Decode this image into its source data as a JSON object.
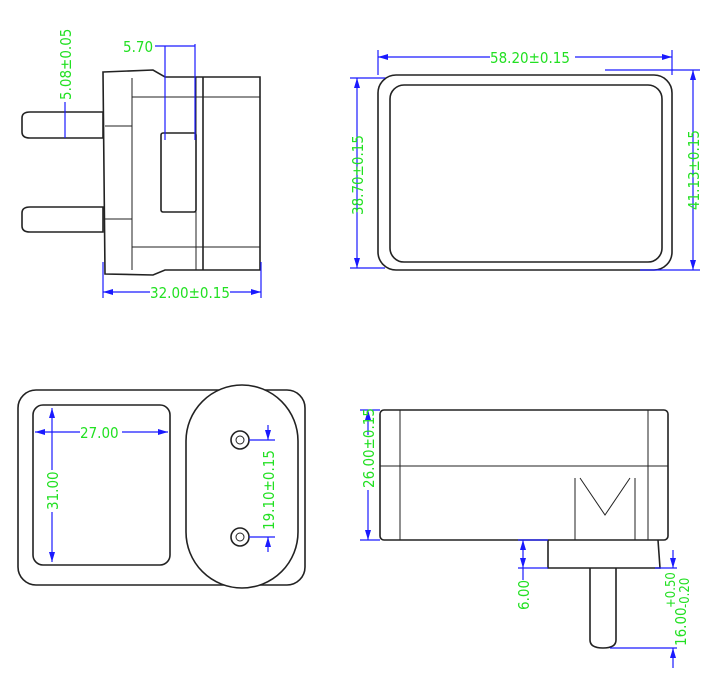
{
  "views": {
    "side": {
      "dim_pin_width": "5.08±0.05",
      "dim_window": "5.70",
      "dim_depth": "32.00±0.15"
    },
    "front": {
      "dim_width": "58.20±0.15",
      "dim_inner_height": "38.70±0.15",
      "dim_outer_height": "41.13±0.15"
    },
    "back": {
      "dim_label_width": "27.00",
      "dim_label_height": "31.00",
      "dim_pin_spacing": "19.10±0.15"
    },
    "bottom": {
      "dim_height": "26.00±0.15",
      "dim_step": "6.00",
      "dim_pin_length": "16.00",
      "dim_pin_tol_plus": "+0.50",
      "dim_pin_tol_minus": "-0.20"
    }
  },
  "colors": {
    "outline": "#222222",
    "dimension": "#1a1aff",
    "text": "#22e022"
  }
}
